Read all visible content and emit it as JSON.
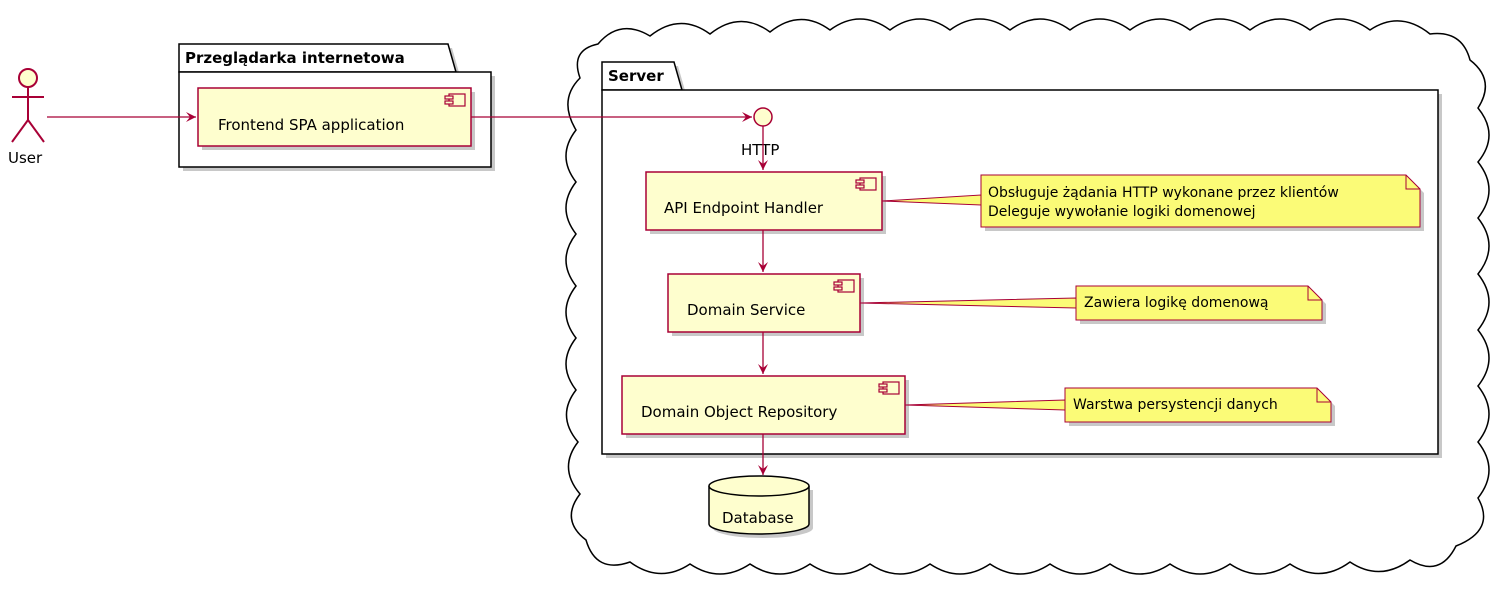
{
  "actor": {
    "label": "User"
  },
  "browser_package": {
    "title": "Przeglądarka internetowa"
  },
  "frontend": {
    "label": "Frontend SPA application"
  },
  "server_package": {
    "title": "Server"
  },
  "interface": {
    "label": "HTTP"
  },
  "api_handler": {
    "label": "API Endpoint Handler"
  },
  "domain_service": {
    "label": "Domain Service"
  },
  "repository": {
    "label": "Domain Object Repository"
  },
  "database": {
    "label": "Database"
  },
  "notes": {
    "api_line1": "Obsługuje żądania HTTP wykonane przez klientów",
    "api_line2": "Deleguje wywołanie logiki domenowej",
    "service": "Zawiera logikę domenową",
    "repository": "Warstwa persystencji danych"
  },
  "colors": {
    "component_fill": "#FEFECE",
    "component_border": "#A80036",
    "note_fill": "#FBFB77",
    "arrow": "#A80036"
  }
}
